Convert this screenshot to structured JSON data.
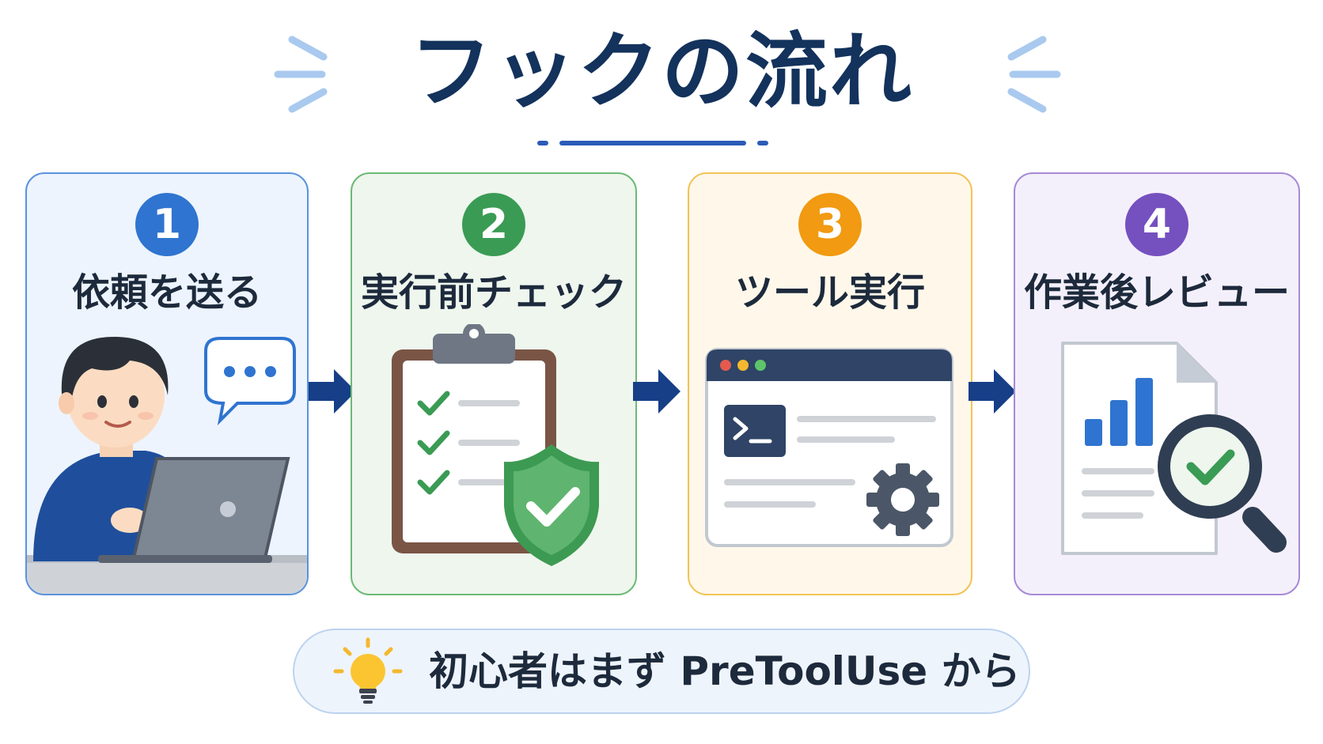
{
  "title": "フックの流れ",
  "steps": [
    {
      "number": "1",
      "label": "依頼を送る",
      "icon": "person-laptop-chat-icon"
    },
    {
      "number": "2",
      "label": "実行前チェック",
      "icon": "clipboard-shield-check-icon"
    },
    {
      "number": "3",
      "label": "ツール実行",
      "icon": "terminal-window-gear-icon"
    },
    {
      "number": "4",
      "label": "作業後レビュー",
      "icon": "report-magnifier-check-icon"
    }
  ],
  "tip": {
    "text": "初心者はまず PreToolUse から",
    "icon": "lightbulb-icon"
  },
  "colors": {
    "title": "#13325c",
    "step1": "#2f74d0",
    "step2": "#3a9b54",
    "step3": "#f19a12",
    "step4": "#7550bf",
    "arrow": "#163f87"
  }
}
